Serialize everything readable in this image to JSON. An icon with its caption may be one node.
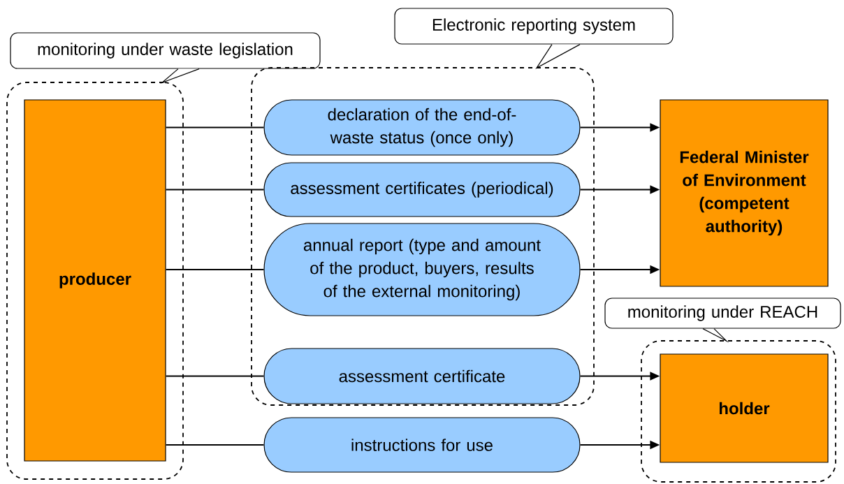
{
  "diagram": {
    "nodes": [
      {
        "text": [
          "monitoring under waste legislation"
        ]
      },
      {
        "text": [],
        "shape": "box"
      },
      {
        "text": [
          "producer"
        ],
        "in": 1
      },
      {
        "text": [
          "Electronic reporting system"
        ]
      },
      {
        "text": [],
        "shape": "box"
      },
      {
        "text": [
          "declaration of the end-of-waste status (once only)"
        ],
        "in": 4
      },
      {
        "text": [
          "assessment certificates (periodical)"
        ],
        "in": 4
      },
      {
        "text": [
          "annual report (type and amount of the product, buyers, results of the external monitoring)"
        ],
        "in": 4
      },
      {
        "text": [
          "assessment certificate"
        ],
        "in": 4
      },
      {
        "text": [
          "instructions for use"
        ]
      },
      {
        "text": [
          "Federal Minister of Environment (competent authority)"
        ]
      },
      {
        "text": [
          "monitoring under REACH"
        ]
      },
      {
        "text": [],
        "shape": "box"
      },
      {
        "text": [
          "holder"
        ],
        "in": 12
      }
    ],
    "edges": [
      {
        "from": 0,
        "to": 1,
        "arrow": "none"
      },
      {
        "from": 3,
        "to": 4,
        "arrow": "none"
      },
      {
        "from": 11,
        "to": 12,
        "arrow": "none"
      },
      {
        "from": 2,
        "to": 5,
        "arrow": "none"
      },
      {
        "from": 5,
        "to": 10,
        "arrow": "to"
      },
      {
        "from": 2,
        "to": 6,
        "arrow": "none"
      },
      {
        "from": 6,
        "to": 10,
        "arrow": "to"
      },
      {
        "from": 2,
        "to": 7,
        "arrow": "none"
      },
      {
        "from": 7,
        "to": 10,
        "arrow": "to"
      },
      {
        "from": 2,
        "to": 8,
        "arrow": "none"
      },
      {
        "from": 8,
        "to": 13,
        "arrow": "to"
      },
      {
        "from": 2,
        "to": 9,
        "arrow": "none"
      },
      {
        "from": 9,
        "to": 13,
        "arrow": "to"
      }
    ]
  }
}
